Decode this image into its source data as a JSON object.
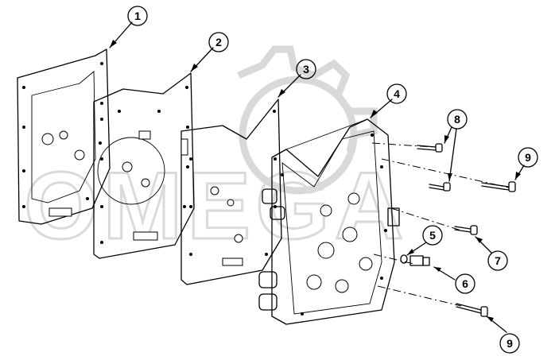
{
  "diagram": {
    "callouts": [
      {
        "id": "1",
        "label": "1"
      },
      {
        "id": "2",
        "label": "2"
      },
      {
        "id": "3",
        "label": "3"
      },
      {
        "id": "4",
        "label": "4"
      },
      {
        "id": "5",
        "label": "5"
      },
      {
        "id": "6",
        "label": "6"
      },
      {
        "id": "7",
        "label": "7"
      },
      {
        "id": "8",
        "label": "8"
      },
      {
        "id": "9a",
        "label": "9"
      },
      {
        "id": "9b",
        "label": "9"
      }
    ],
    "watermark": {
      "text": "OMEGA",
      "icon": "gear-watermark-icon"
    },
    "colors": {
      "line": "#000000",
      "background": "#ffffff",
      "watermark": "#d9d9d9"
    }
  }
}
